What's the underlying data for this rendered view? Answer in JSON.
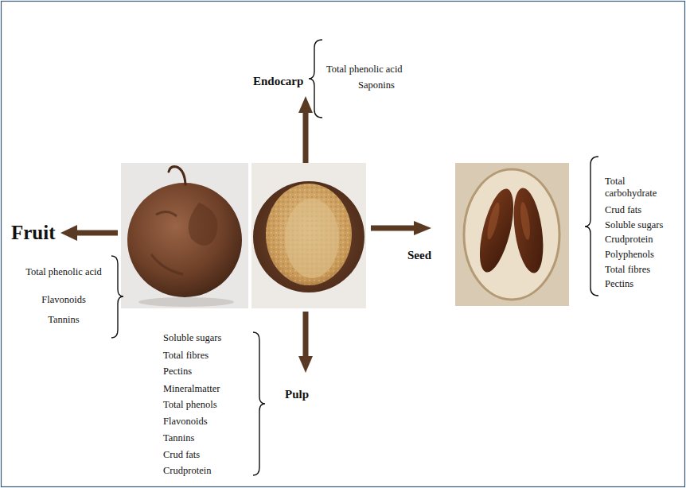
{
  "diagram": {
    "labels": [
      "Endocarp",
      "Total phenolic acid",
      "Saponins",
      "Fruit",
      "Total phenolic acid",
      "Flavonoids",
      "Tannins",
      "Seed",
      "Total carbohydrate",
      "Crud fats",
      "Soluble sugars",
      "Crudprotein",
      "Polyphenols",
      "Total fibres",
      "Pectins",
      "Pulp",
      "Soluble sugars",
      "Total fibres",
      "Pectins",
      "Mineralmatter",
      "Total phenols",
      "Flavonoids",
      "Tannins",
      "Crud fats",
      "Crudprotein"
    ]
  }
}
